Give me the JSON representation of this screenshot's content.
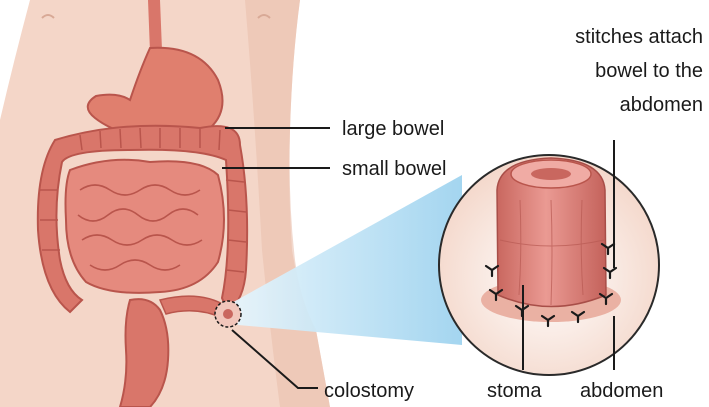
{
  "labels": {
    "stitches": [
      "stitches attach",
      "bowel to the",
      "abdomen"
    ],
    "large_bowel": "large bowel",
    "small_bowel": "small bowel",
    "colostomy": "colostomy",
    "stoma": "stoma",
    "abdomen": "abdomen"
  },
  "colors": {
    "skin": "#f4d6c8",
    "skin_shade": "#e9bfae",
    "stomach": "#e07f6e",
    "bowel": "#d9766a",
    "bowel_dark": "#b9554c",
    "stoma": "#e28b86",
    "zoom_cone": "#bfe3f6",
    "stitch": "#1a1a1a"
  }
}
